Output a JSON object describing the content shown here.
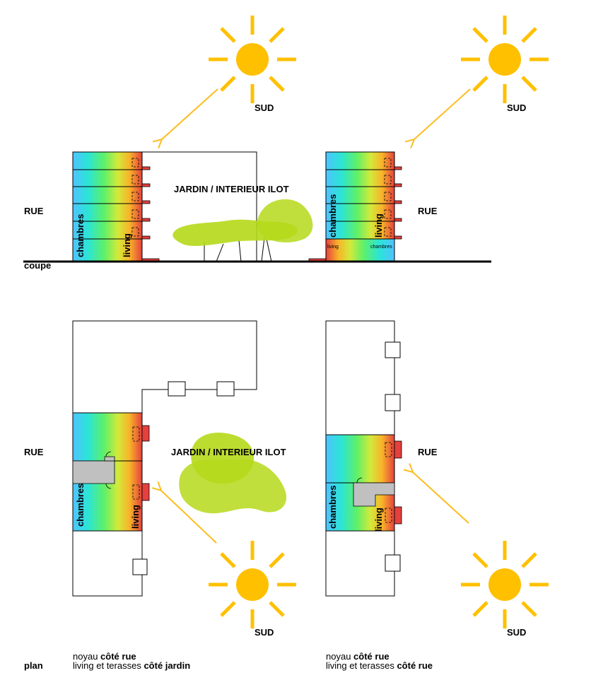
{
  "colors": {
    "sun": "#ffc000",
    "arrow": "#fbbd1f",
    "tree": "#b5d91a",
    "core": "#c0c0c0",
    "balcony": "#e4403d",
    "gradient": [
      "#4fc3ff",
      "#2be4d6",
      "#5ef06a",
      "#d3ea3a",
      "#f8b32a",
      "#e4403d"
    ]
  },
  "section": {
    "sud_label_left": "SUD",
    "sud_label_right": "SUD",
    "jardin_label": "JARDIN / INTERIEUR ILOT",
    "rue_left": "RUE",
    "rue_right": "RUE",
    "chambres_left": "chambres",
    "living_left": "living",
    "chambres_right": "chambres",
    "living_right": "living",
    "ground_living": "living",
    "ground_chambres": "chambres",
    "coupe_label": "coupe"
  },
  "plan": {
    "jardin_label": "JARDIN / INTERIEUR ILOT",
    "rue_left": "RUE",
    "rue_right": "RUE",
    "chambres_left": "chambres",
    "living_left": "living",
    "chambres_right": "chambres",
    "living_right": "living",
    "sud_label_left": "SUD",
    "sud_label_right": "SUD",
    "plan_label": "plan",
    "caption_left": {
      "line1_normal": "noyau ",
      "line1_bold": "côté rue",
      "line2_normal": "living et terasses ",
      "line2_bold": "côté jardin"
    },
    "caption_right": {
      "line1_normal": "noyau ",
      "line1_bold": "côté rue",
      "line2_normal": "living et terasses ",
      "line2_bold": "côté rue"
    }
  }
}
